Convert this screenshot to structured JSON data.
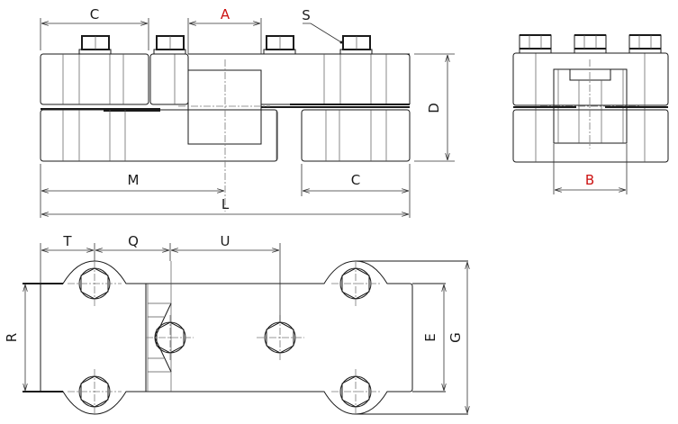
{
  "drawing": {
    "type": "technical-drawing",
    "subject": "bolted clamp connector, three orthographic views",
    "colors": {
      "line": "#1a1a1a",
      "highlight_label": "#cc1111",
      "background": "#ffffff"
    },
    "views": {
      "front": {
        "dimensions": {
          "top_left": "C",
          "top_center": "A",
          "bolt_callout": "S",
          "height_right": "D",
          "bottom_left": "M",
          "bottom_right": "C",
          "overall": "L"
        }
      },
      "side": {
        "dimensions": {
          "bottom": "B"
        }
      },
      "plan": {
        "dimensions": {
          "top_1": "T",
          "top_2": "Q",
          "top_3": "U",
          "left_height": "R",
          "right_inner": "E",
          "right_outer": "G"
        }
      }
    },
    "highlighted_labels": [
      "A",
      "B"
    ]
  }
}
